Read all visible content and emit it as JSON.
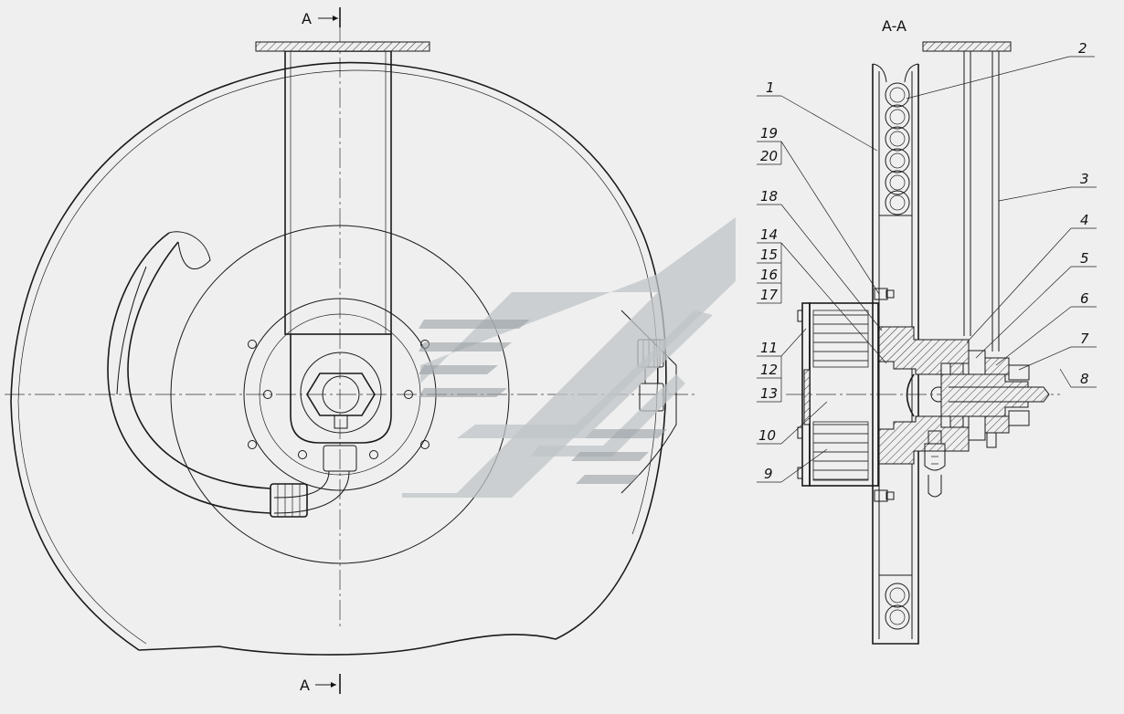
{
  "section_marks": {
    "top": "A",
    "bottom": "A",
    "section_title": "A-A"
  },
  "callouts": [
    {
      "id": "c1",
      "label": "1"
    },
    {
      "id": "c2",
      "label": "2"
    },
    {
      "id": "c3",
      "label": "3"
    },
    {
      "id": "c4",
      "label": "4"
    },
    {
      "id": "c5",
      "label": "5"
    },
    {
      "id": "c6",
      "label": "6"
    },
    {
      "id": "c7",
      "label": "7"
    },
    {
      "id": "c8",
      "label": "8"
    },
    {
      "id": "c9",
      "label": "9"
    },
    {
      "id": "c10",
      "label": "10"
    },
    {
      "id": "c11",
      "label": "11"
    },
    {
      "id": "c12",
      "label": "12"
    },
    {
      "id": "c13",
      "label": "13"
    },
    {
      "id": "c14",
      "label": "14"
    },
    {
      "id": "c15",
      "label": "15"
    },
    {
      "id": "c16",
      "label": "16"
    },
    {
      "id": "c17",
      "label": "17"
    },
    {
      "id": "c18",
      "label": "18"
    },
    {
      "id": "c19",
      "label": "19"
    },
    {
      "id": "c20",
      "label": "20"
    }
  ],
  "colors": {
    "background": "#efefef",
    "line": "#1a1a1a",
    "watermark": "#bfc4c7"
  }
}
